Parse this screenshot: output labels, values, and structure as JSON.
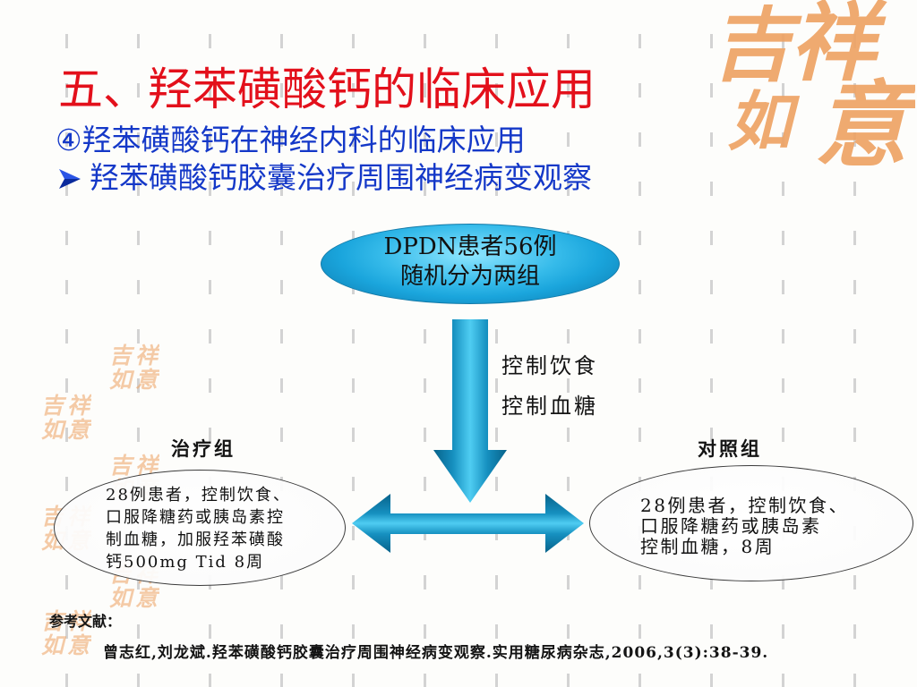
{
  "slide": {
    "title": "五、羟苯磺酸钙的临床应用",
    "subtitle": "④羟苯磺酸钙在神经内科的临床应用",
    "bullet": {
      "icon": "arrow-bullet-icon",
      "text": "羟苯磺酸钙胶囊治疗周围神经病变观察"
    }
  },
  "diagram": {
    "start_node": {
      "lines": [
        "DPDN患者56例",
        "随机分为两组"
      ]
    },
    "arrow_note": {
      "lines": [
        "控制饮食",
        "控制血糖"
      ]
    },
    "treatment_group": {
      "label": "治疗组",
      "lines": [
        "28例患者，控制饮食、",
        "口服降糖药或胰岛素控",
        "制血糖，加服羟苯磺酸",
        "钙500mg Tid 8周"
      ]
    },
    "control_group": {
      "label": "对照组",
      "lines": [
        "28例患者，控制饮食、",
        "口服降糖药或胰岛素",
        "控制血糖，8周"
      ]
    }
  },
  "reference": {
    "heading": "参考文献：",
    "citation": "曾志红,刘龙斌.羟苯磺酸钙胶囊治疗周围神经病变观察.实用糖尿病杂志,2006,3(3):38-39."
  },
  "decor": {
    "stamp_text": [
      "吉",
      "祥",
      "如",
      "意"
    ]
  },
  "colors": {
    "title": "#e3101b",
    "heading": "#1438c8",
    "node": "#1aa5dc",
    "arrow": "#1690c0",
    "stamp": "#eea262"
  }
}
